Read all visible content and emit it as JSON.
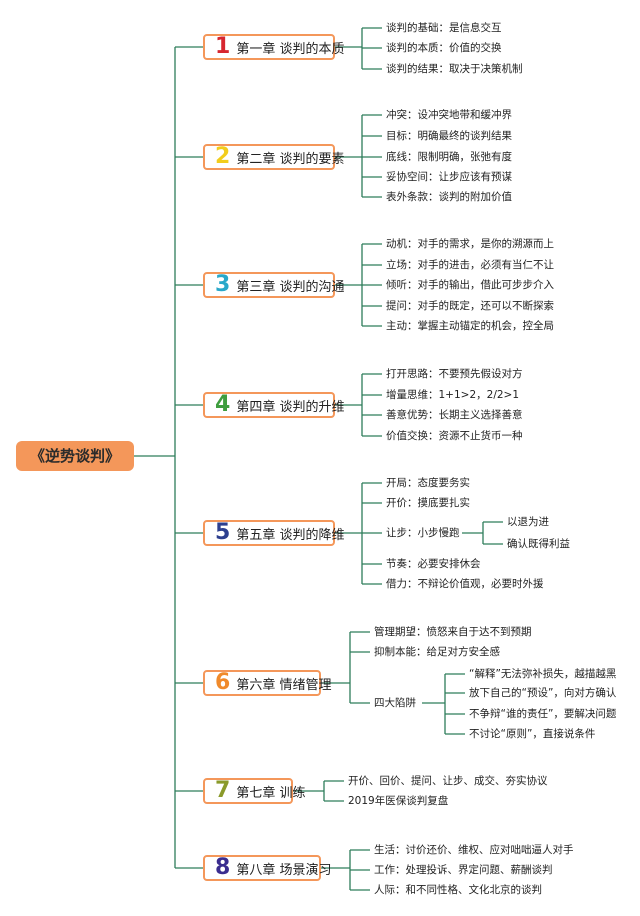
{
  "root": {
    "title": "《逆势谈判》"
  },
  "colors": {
    "line": "#2e7d5b",
    "accent": "#f4975a"
  },
  "chapters": [
    {
      "num": "1",
      "color": "#d7262f",
      "title": "第一章 谈判的本质",
      "items": [
        "谈判的基础：是信息交互",
        "谈判的本质：价值的交换",
        "谈判的结果：取决于决策机制"
      ]
    },
    {
      "num": "2",
      "color": "#f2cd1c",
      "title": "第二章 谈判的要素",
      "items": [
        "冲突：设冲突地带和缓冲界",
        "目标：明确最终的谈判结果",
        "底线：限制明确，张弛有度",
        "妥协空间：让步应该有预谋",
        "表外条款：谈判的附加价值"
      ]
    },
    {
      "num": "3",
      "color": "#29a8c9",
      "title": "第三章 谈判的沟通",
      "items": [
        "动机：对手的需求，是你的溯源而上",
        "立场：对手的进击，必须有当仁不让",
        "倾听：对手的输出，借此可步步介入",
        "提问：对手的既定，还可以不断探索",
        "主动：掌握主动锚定的机会，控全局"
      ]
    },
    {
      "num": "4",
      "color": "#3f9e3f",
      "title": "第四章 谈判的升维",
      "items": [
        "打开思路：不要预先假设对方",
        "增量思维：1+1>2，2/2>1",
        "善意优势：长期主义选择善意",
        "价值交换：资源不止货币一种"
      ]
    },
    {
      "num": "5",
      "color": "#2d3f8f",
      "title": "第五章 谈判的降维",
      "items": [
        "开局：态度要务实",
        "开价：摸底要扎实",
        "让步：小步慢跑",
        "节奏：必要安排休会",
        "借力：不辩论价值观，必要时外援"
      ],
      "sub": [
        "以退为进",
        "确认既得利益"
      ]
    },
    {
      "num": "6",
      "color": "#f08a2b",
      "title": "第六章 情绪管理",
      "items": [
        "管理期望：愤怒来自于达不到预期",
        "抑制本能：给足对方安全感",
        "四大陷阱"
      ],
      "sub": [
        "“解释”无法弥补损失，越描越黑",
        "放下自己的“预设”，向对方确认",
        "不争辩“谁的责任”，要解决问题",
        "不讨论“原则”，直接说条件"
      ]
    },
    {
      "num": "7",
      "color": "#8a9a2a",
      "title": "第七章 训练",
      "items": [
        "开价、回价、提问、让步、成交、夯实协议",
        "2019年医保谈判复盘"
      ]
    },
    {
      "num": "8",
      "color": "#3a2d8f",
      "title": "第八章 场景演习",
      "items": [
        "生活：讨价还价、维权、应对咄咄逼人对手",
        "工作：处理投诉、界定问题、薪酬谈判",
        "人际：和不同性格、文化北京的谈判"
      ]
    }
  ]
}
